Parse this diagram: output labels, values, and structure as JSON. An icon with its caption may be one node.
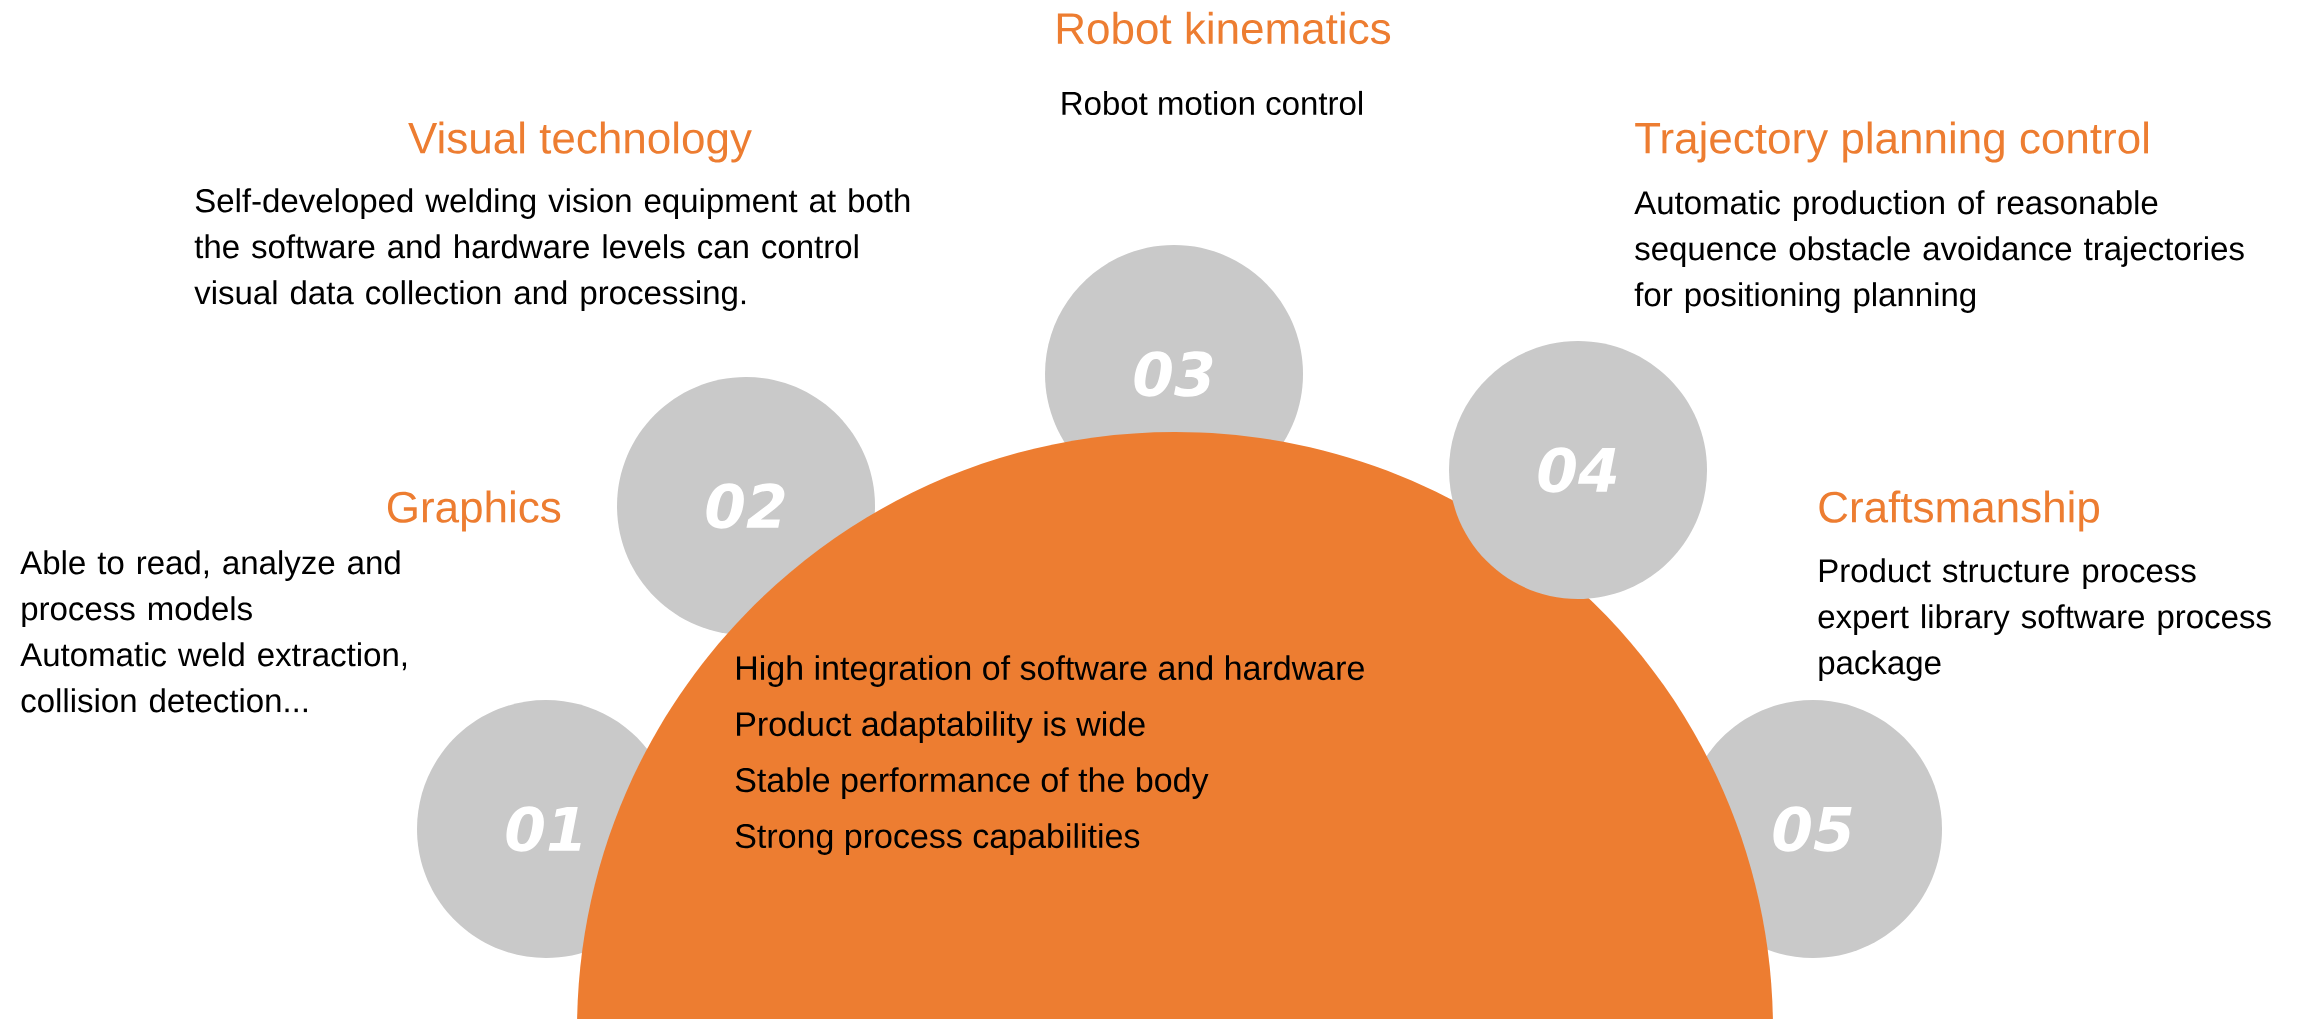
{
  "diagram": {
    "nodes": [
      {
        "text": [
          "High integration of software and hardware",
          "Product adaptability is wide",
          "Stable performance of the body",
          "Strong process capabilities"
        ]
      },
      {
        "text": [
          "01"
        ],
        "beside": [
          "Graphics",
          "Able to read, analyze and process models",
          "Automatic weld extraction, collision detection..."
        ]
      },
      {
        "text": [
          "02"
        ],
        "beside": [
          "Visual technology",
          "Self-developed welding vision equipment at both the software and hardware levels can control visual data collection and processing."
        ]
      },
      {
        "text": [
          "03"
        ],
        "beside": [
          "Robot kinematics",
          "Robot motion control"
        ]
      },
      {
        "text": [
          "04"
        ],
        "beside": [
          "Trajectory planning control",
          "Automatic production of reasonable sequence obstacle avoidance trajectories for positioning planning"
        ]
      },
      {
        "text": [
          "05"
        ],
        "beside": [
          "Craftsmanship",
          "Product structure process expert library software process package"
        ]
      }
    ]
  }
}
